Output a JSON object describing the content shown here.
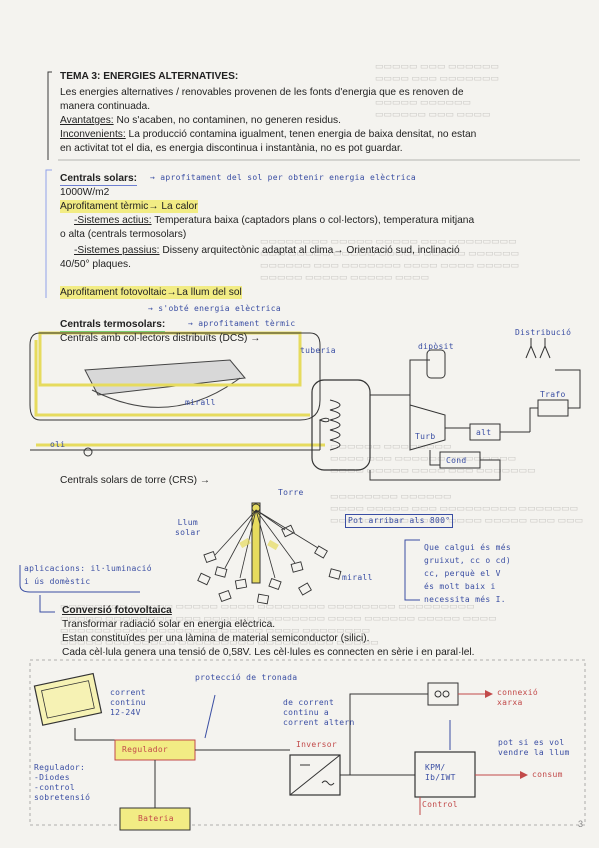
{
  "tema": {
    "title": "TEMA 3: ENERGIES ALTERNATIVES:",
    "intro_1": "Les energies alternatives / renovables provenen de les fonts d'energia que es renoven de",
    "intro_2": "manera continuada.",
    "avantatges_label": "Avantatges:",
    "avantatges": " No s'acaben, no contaminen, no generen residus.",
    "inconvenients_label": "Inconvenients:",
    "inconvenients_1": " La producció contamina igualment, tenen energia de baixa densitat, no estan",
    "inconvenients_2": "en activitat tot el dia, es energia discontinua i instantània, no es pot guardar."
  },
  "solars": {
    "title": "Centrals solars:",
    "note": "→ aprofitament del sol per obtenir energia elèctrica",
    "power": "1000W/m2",
    "termic_title": "Aprofitament tèrmic→ La calor",
    "actius_label": "-Sistemes actius:",
    "actius_1": " Temperatura baixa (captadors plans o col·lectors), temperatura mitjana",
    "actius_2": "o alta (centrals termosolars)",
    "passius_label": "-Sistemes passius:",
    "passius_1": " Disseny arquitectònic adaptat al clima→ Orientació sud, inclinació",
    "passius_2": "40/50° plaques.",
    "fotovoltaic_title": "Aprofitament fotovoltaic→La llum del sol",
    "fotovoltaic_note": "→ s'obté energia elèctrica"
  },
  "termosolars": {
    "title": "Centrals termosolars:",
    "note": "→ aprofitament tèrmic",
    "dcs": "Centrals amb col·lectors distribuïts (DCS) →",
    "labels": {
      "tuberia": "tuberia",
      "diposit": "dipòsit",
      "mirall": "mirall",
      "turbina": "Turb",
      "alternador": "alt",
      "trafo": "Trafo",
      "distribucio": "Distribució",
      "oli": "oli",
      "conden": "Cond"
    },
    "crs": "Centrals solars de torre (CRS) →",
    "torre": "Torre",
    "llum_solar": "Llum\nsolar",
    "mirall2": "mirall",
    "temp_note": "Pot arribar als 800°",
    "cost_note_1": "Que calgui és més",
    "cost_note_2": "gruixut, cc o cd)",
    "cost_note_3": "cc, perquè el V",
    "cost_note_4": "és molt baix i",
    "cost_note_5": "necessita més I."
  },
  "fotovoltaica": {
    "side_note_1": "aplicacions: il·luminació",
    "side_note_2": "i ús domèstic",
    "title": "Conversió fotovoltaica",
    "line_1": "Transformar radiació solar en energia elèctrica.",
    "line_2": "Estan constituïdes per una làmina de material semiconductor (silici).",
    "line_3": "Cada cèl·lula genera una tensió de 0,58V. Les cèl·lules es connecten en sèrie i en paral·lel."
  },
  "circuit": {
    "corrent_continu": "corrent\ncontinu\n12-24V",
    "proteccio": "protecció de tronada",
    "de_corrent": "de corrent\ncontinu a\ncorrent altern",
    "connexio": "connexió\nxarxa",
    "regulador": "Regulador",
    "inversor": "Inversor",
    "kpm": "KPM/\nIb/IWT",
    "control": "Control",
    "consum": "consum",
    "vendre": "pot si es vol\nvendre la llum",
    "regulador_note": "Regulador:\n-Diodes\n-control\nsobretensió",
    "bateria": "Bateria"
  },
  "page_number": "3"
}
